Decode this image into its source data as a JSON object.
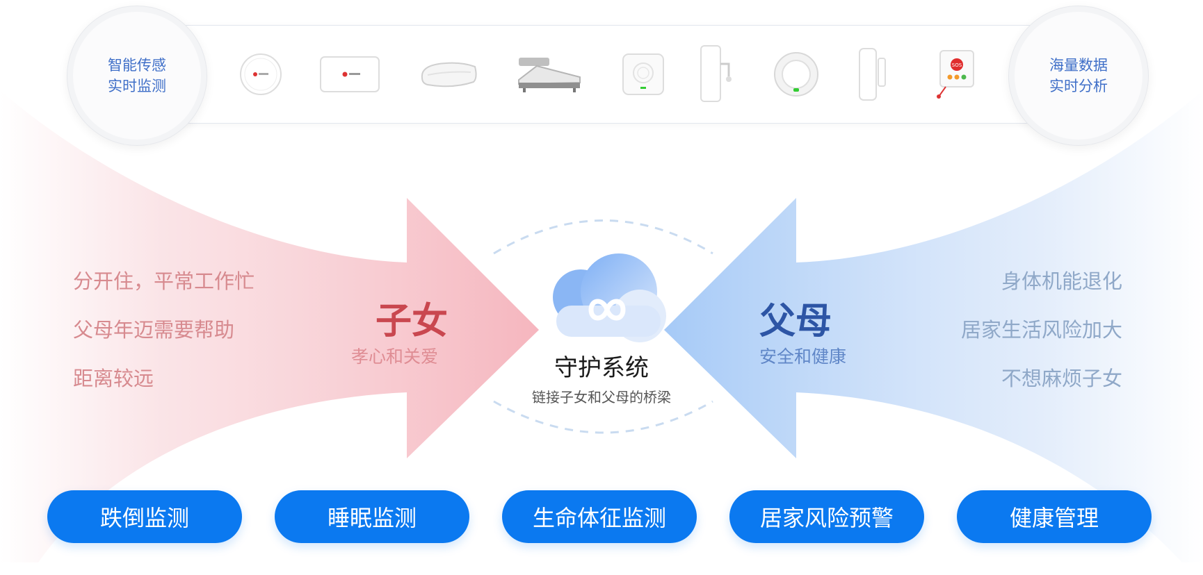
{
  "top_left_circle": {
    "line1": "智能传感",
    "line2": "实时监测"
  },
  "top_right_circle": {
    "line1": "海量数据",
    "line2": "实时分析"
  },
  "devices": [
    "round-sensor-icon",
    "gateway-box-icon",
    "smart-pillow-icon",
    "smart-bed-icon",
    "speaker-hub-icon",
    "water-sensor-icon",
    "smoke-detector-icon",
    "door-sensor-icon",
    "sos-button-icon"
  ],
  "left": {
    "phrases": [
      "分开住，平常工作忙",
      "父母年迈需要帮助",
      "距离较远"
    ],
    "title": "子女",
    "subtitle": "孝心和关爱"
  },
  "right": {
    "phrases": [
      "身体机能退化",
      "居家生活风险加大",
      "不想麻烦子女"
    ],
    "title": "父母",
    "subtitle": "安全和健康"
  },
  "center": {
    "title": "守护系统",
    "subtitle": "链接子女和父母的桥梁"
  },
  "buttons": [
    "跌倒监测",
    "睡眠监测",
    "生命体征监测",
    "居家风险预警",
    "健康管理"
  ],
  "colors": {
    "accent_blue": "#0b79f0",
    "left_title": "#c9474f",
    "right_title": "#2d55a5"
  }
}
